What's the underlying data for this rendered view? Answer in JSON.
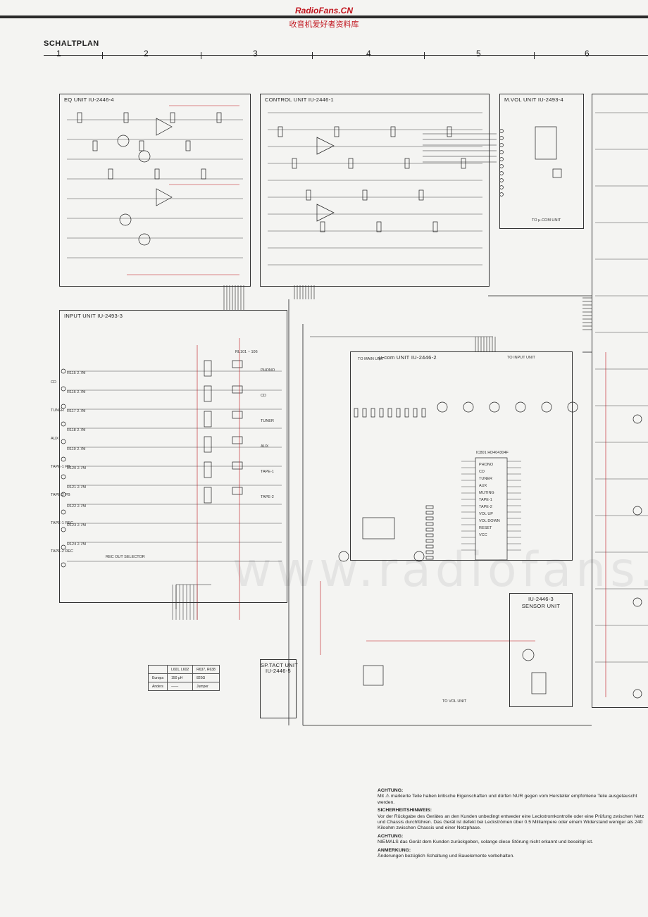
{
  "header": {
    "watermark_title": "RadioFans.CN",
    "watermark_sub": "收音机爱好者资料库",
    "title": "SCHALTPLAN",
    "columns": [
      "1",
      "2",
      "3",
      "4",
      "5",
      "6"
    ]
  },
  "units": {
    "eq": "EQ UNIT   IU-2446-4",
    "control": "CONTROL  UNIT   IU-2446-1",
    "mvol": "M.VOL  UNIT   IU-2493-4",
    "input": "INPUT  UNIT    IU-2493-3",
    "ucom": "μ-com  UNIT   IU-2446-2",
    "sensor_no": "IU-2446-3",
    "sensor": "SENSOR  UNIT",
    "sptact_no": "SP.TACT UNIT",
    "sptact": "IU-2446-5"
  },
  "labels": {
    "input_left": [
      "R115 2.7M",
      "R116 2.7M",
      "R117 2.7M",
      "R118 2.7M",
      "R119 2.7M",
      "R120 2.7M",
      "R121 2.7M",
      "R122 2.7M",
      "R123 2.7M",
      "R124 2.7M"
    ],
    "sources": [
      "CD",
      "TUNER",
      "AUX",
      "TAPE-1 PB",
      "TAPE-2 PB",
      "TAPE-1 REC",
      "TAPE-2 REC"
    ],
    "relays": [
      "PHONO",
      "CD",
      "TUNER",
      "AUX",
      "TAPE-1",
      "TAPE-2"
    ],
    "relay_block": "RL101 ~ 106",
    "ic801": "IC801 HD404304F",
    "ucom_pins": [
      "PHONO",
      "CD",
      "TUNER",
      "AUX",
      "MUTING",
      "TAPE-1",
      "TAPE-2",
      "VOL UP",
      "VOL DOWN",
      "RESET",
      "VCC"
    ],
    "to_main": "TO MAIN UNIT",
    "to_input": "TO INPUT UNIT",
    "to_ucom": "TO μ-COM UNIT",
    "to_vol": "TO VOL UNIT",
    "rec_out": "REC OUT SELECTOR"
  },
  "table": {
    "head": [
      "",
      "L601, L602",
      "R637, R638"
    ],
    "rows": [
      [
        "Europa",
        "150 μH",
        "820Ω"
      ],
      [
        "Anders",
        "——",
        "Jumper"
      ]
    ]
  },
  "watermark_text": "www.radiofans.c",
  "notes": {
    "h1": "ACHTUNG:",
    "p1": "Mit ⚠       markierte Teile haben kritische Eigenschaften und dürfen NUR gegen vom Hersteller empfohlene Teile ausgetauscht werden.",
    "h2": "SICHERHEITSHINWEIS:",
    "p2": "Vor der Rückgabe des Gerätes an den Kunden unbedingt entweder eine Leckstromkontrolle oder eine Prüfung zwischen Netz und Chassis durchführen. Das Gerät ist defekt bei Leckströmen über 0.5 Milliampere oder einem Widerstand weniger als 240 Kiloohm zwischen Chassis und einer Netzphase.",
    "h3": "ACHTUNG:",
    "p3": "NIEMALS das Gerät dem Kunden zurückgeben, solange diese Störung nicht erkannt und beseitigt ist.",
    "h4": "ANMERKUNG:",
    "p4": "Änderungen bezüglich Schaltung und Bauelemente vorbehalten."
  },
  "colors": {
    "ink": "#1e1e1e",
    "voltage": "#c0141d",
    "paper": "#f4f4f2"
  }
}
